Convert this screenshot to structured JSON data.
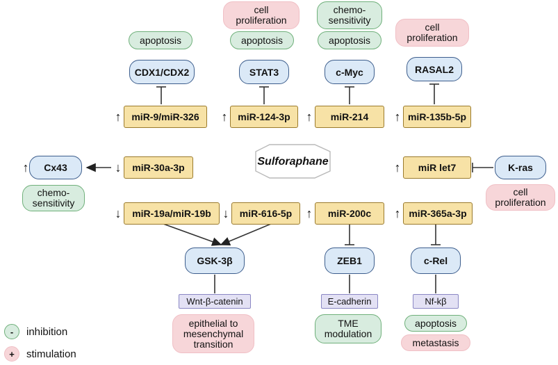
{
  "center": "Sulforaphane",
  "mirnas": {
    "m9": "miR-9/miR-326",
    "m124": "miR-124-3p",
    "m214": "miR-214",
    "m135": "miR-135b-5p",
    "m30": "miR-30a-3p",
    "let7": "miR let7",
    "m19": "miR-19a/miR-19b",
    "m616": "miR-616-5p",
    "m200": "miR-200c",
    "m365": "miR-365a-3p"
  },
  "targets": {
    "cdx": "CDX1/CDX2",
    "stat3": "STAT3",
    "cmyc": "c-Myc",
    "rasal2": "RASAL2",
    "cx43": "Cx43",
    "kras": "K-ras",
    "gsk": "GSK-3β",
    "zeb1": "ZEB1",
    "crel": "c-Rel"
  },
  "pathways": {
    "wnt": "Wnt-β-catenin",
    "ecad": "E-cadherin",
    "nfkb": "Nf-kβ"
  },
  "effects": {
    "apoptosis_cdx": "apoptosis",
    "prolif_stat3": "cell\nproliferation",
    "apoptosis_stat3": "apoptosis",
    "chemo_cmyc": "chemo-\nsensitivity",
    "apoptosis_cmyc": "apoptosis",
    "prolif_rasal2": "cell\nproliferation",
    "chemo_cx43": "chemo-\nsensitivity",
    "prolif_kras": "cell\nproliferation",
    "emt": "epithelial to\nmesenchymal\ntransition",
    "tme": "TME\nmodulation",
    "apoptosis_crel": "apoptosis",
    "metastasis": "metastasis"
  },
  "arrows": {
    "up": "↑",
    "down": "↓"
  },
  "legend": {
    "inhibition_symbol": "-",
    "inhibition": "inhibition",
    "stimulation_symbol": "+",
    "stimulation": "stimulation"
  },
  "colors": {
    "mirna_fill": "#f7e2a6",
    "target_fill": "#dbe9f7",
    "inhibition_fill": "#d8ecdf",
    "stimulation_fill": "#f7d6d9",
    "pathway_fill": "#e3e1f4"
  }
}
